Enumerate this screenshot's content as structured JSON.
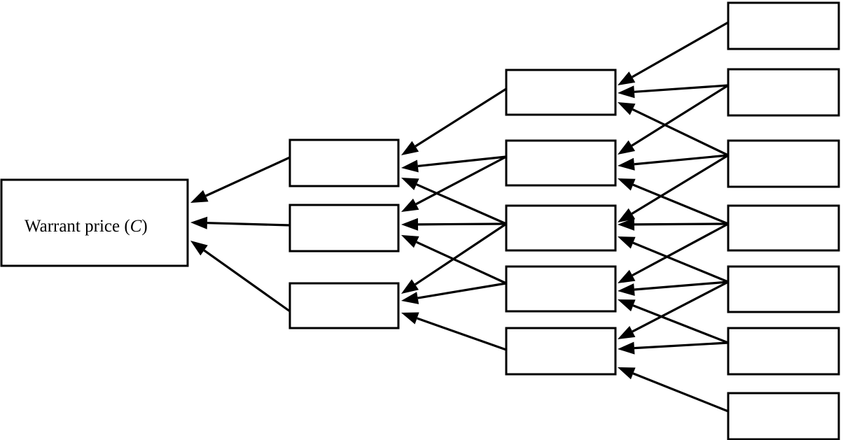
{
  "root": {
    "label_prefix": "Warrant price (",
    "label_symbol": "C",
    "label_suffix": ")"
  },
  "colors": {
    "stroke": "#000000",
    "fill": "#ffffff",
    "background": "#ffffff"
  },
  "structure": {
    "levels": 4,
    "nodes_per_level": [
      1,
      3,
      5,
      7
    ],
    "node_text": "empty boxes except root",
    "arrow_direction": "right-to-left (arrowheads point toward earlier level)"
  }
}
